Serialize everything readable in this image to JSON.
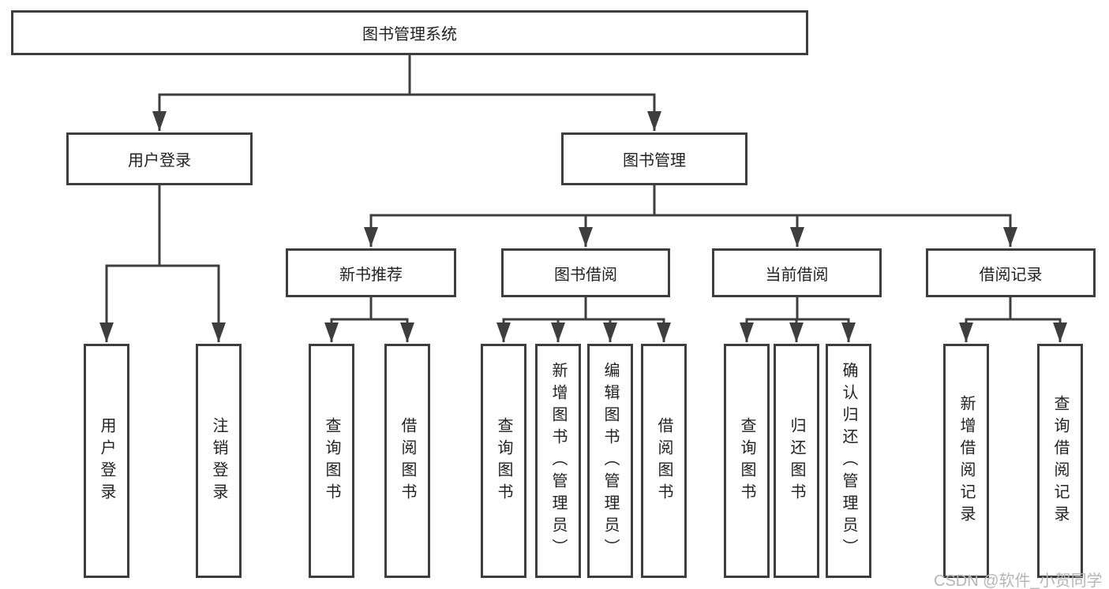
{
  "diagram": {
    "root": "图书管理系统",
    "level2": [
      "用户登录",
      "图书管理"
    ],
    "level3": [
      "新书推荐",
      "图书借阅",
      "当前借阅",
      "借阅记录"
    ],
    "leaves_login": [
      "用户登录",
      "注销登录"
    ],
    "leaves_newbooks": [
      "查询图书",
      "借阅图书"
    ],
    "leaves_borrow": [
      "查询图书",
      "新增图书（管理员）",
      "编辑图书（管理员）",
      "借阅图书"
    ],
    "leaves_current": [
      "查询图书",
      "归还图书",
      "确认归还（管理员）"
    ],
    "leaves_records": [
      "新增借阅记录",
      "查询借阅记录"
    ]
  },
  "watermark": "CSDN @软件_小贺同学",
  "colors": {
    "line": "#3e3e3e",
    "text": "#222222",
    "watermark": "#b6b6b6",
    "background": "#ffffff"
  }
}
